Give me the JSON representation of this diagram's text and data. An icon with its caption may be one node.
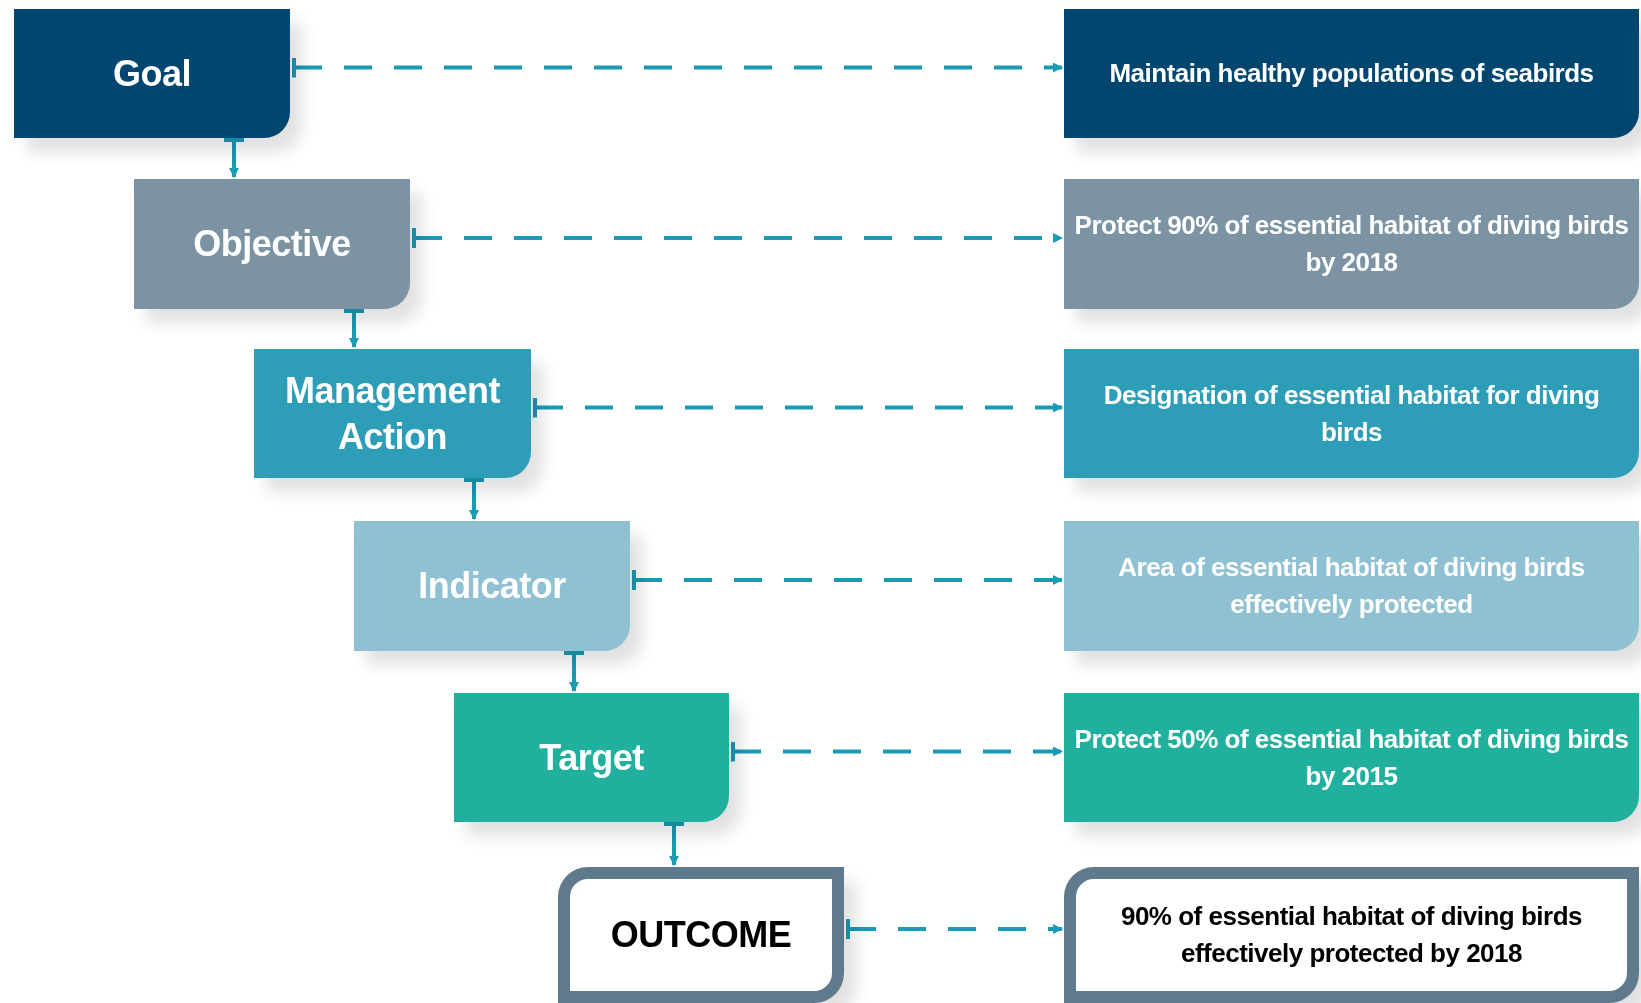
{
  "diagram": {
    "nodes": [
      {
        "text": [
          "Goal"
        ]
      },
      {
        "text": [
          "Maintain healthy populations of seabirds"
        ]
      },
      {
        "text": [
          "Objective"
        ]
      },
      {
        "text": [
          "Protect 90% of essential habitat of diving birds by 2018"
        ]
      },
      {
        "text": [
          "Management Action"
        ]
      },
      {
        "text": [
          "Designation of essential habitat for diving birds"
        ]
      },
      {
        "text": [
          "Indicator"
        ]
      },
      {
        "text": [
          "Area of essential habitat of diving birds effectively protected"
        ]
      },
      {
        "text": [
          "Target"
        ]
      },
      {
        "text": [
          "Protect 50% of essential habitat of diving birds by 2015"
        ]
      },
      {
        "text": [
          "OUTCOME"
        ]
      },
      {
        "text": [
          "90% of essential habitat of diving birds effectively protected by 2018"
        ]
      }
    ],
    "edges": [
      {
        "from": 0,
        "to": 1,
        "arrow": "to",
        "style": "dashed"
      },
      {
        "from": 0,
        "to": 2,
        "arrow": "to"
      },
      {
        "from": 2,
        "to": 3,
        "arrow": "to",
        "style": "dashed"
      },
      {
        "from": 2,
        "to": 4,
        "arrow": "to"
      },
      {
        "from": 4,
        "to": 5,
        "arrow": "to",
        "style": "dashed"
      },
      {
        "from": 4,
        "to": 6,
        "arrow": "to"
      },
      {
        "from": 6,
        "to": 7,
        "arrow": "to",
        "style": "dashed"
      },
      {
        "from": 6,
        "to": 8,
        "arrow": "to"
      },
      {
        "from": 8,
        "to": 9,
        "arrow": "to",
        "style": "dashed"
      },
      {
        "from": 8,
        "to": 10,
        "arrow": "to"
      },
      {
        "from": 10,
        "to": 11,
        "arrow": "to",
        "style": "dashed"
      }
    ]
  }
}
